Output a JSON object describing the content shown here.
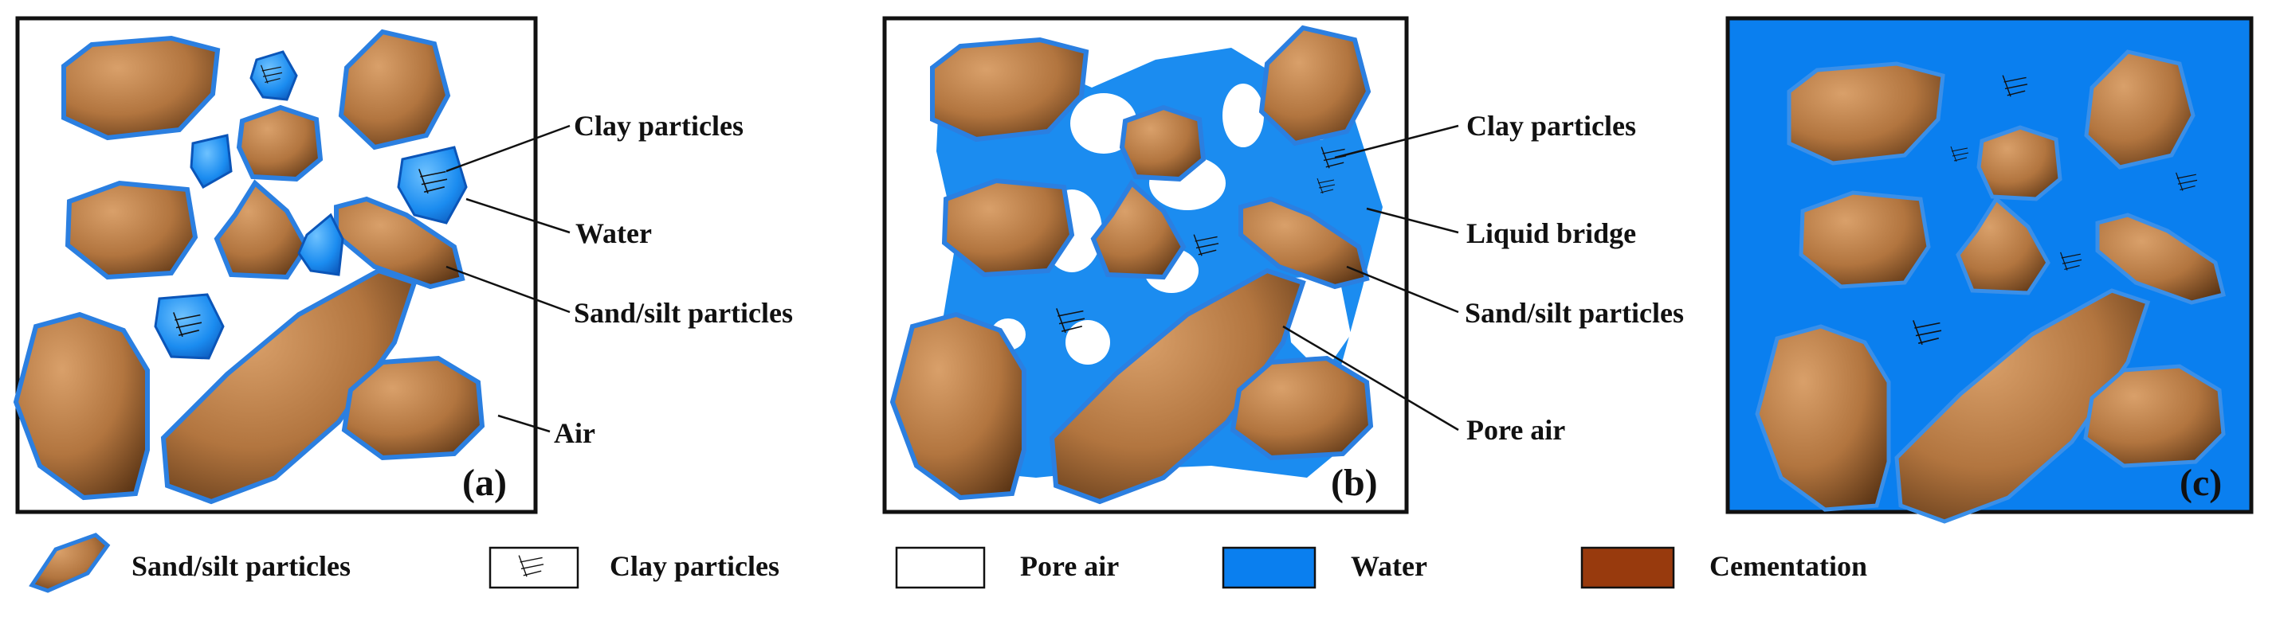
{
  "panels": [
    {
      "label": "(a)",
      "annotations": [
        "Clay particles",
        "Water",
        "Sand/silt particles",
        "Air"
      ]
    },
    {
      "label": "(b)",
      "annotations": [
        "Clay particles",
        "Liquid bridge",
        "Sand/silt particles",
        "Pore air"
      ]
    },
    {
      "label": "(c)",
      "annotations": []
    }
  ],
  "legend": [
    {
      "label": "Sand/silt particles",
      "icon": "sand-particle-icon"
    },
    {
      "label": "Clay particles",
      "icon": "clay-particle-icon"
    },
    {
      "label": "Pore air",
      "icon": "white-swatch"
    },
    {
      "label": "Water",
      "icon": "blue-swatch"
    },
    {
      "label": "Cementation",
      "icon": "brown-swatch"
    }
  ],
  "colors": {
    "water": "#0a7fef",
    "water_dark": "#1560c8",
    "particle": "#b2753f",
    "particle_dark": "#7a4b22",
    "cementation": "#983a0d",
    "frame": "#111111"
  }
}
